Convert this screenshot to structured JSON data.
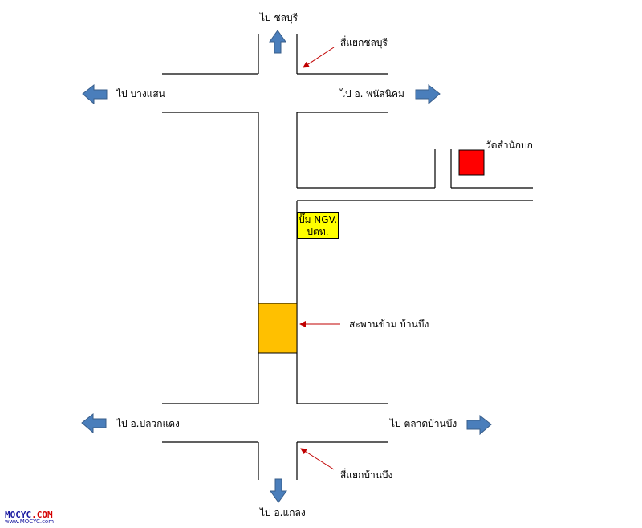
{
  "labels": {
    "to_chonburi": "ไป ชลบุรี",
    "chonburi_junction": "สี่แยกชลบุรี",
    "to_bang_saen": "ไป บางแสน",
    "to_phanat_nikhom": "ไป อ. พนัสนิคม",
    "wat_samnak_bok": "วัดสำนักบก",
    "ngv_line1": "ปั๊ม NGV.",
    "ngv_line2": "ปตท.",
    "ban_bueng_bridge": "สะพานข้าม บ้านบึง",
    "to_plaeng_yao": "ไป อ.ปลวกแดง",
    "to_ban_bueng_market": "ไป ตลาดบ้านบึง",
    "ban_bueng_junction": "สี่แยกบ้านบึง",
    "to_klaeng": "ไป อ.แกลง"
  },
  "watermark": {
    "brand_blue": "MOCYC",
    "brand_red": ".COM",
    "url": "www.MOCYC.com"
  },
  "colors": {
    "arrow": "#4a7ebb",
    "arrow_border": "#385d8a",
    "temple": "#ff0000",
    "bridge": "#ffc000",
    "ngv_box": "#ffff00",
    "pointer": "#c00000",
    "road_line": "#000000"
  },
  "icons": [
    "arrow-up-icon",
    "arrow-left-icon",
    "arrow-right-icon",
    "arrow-down-icon"
  ]
}
